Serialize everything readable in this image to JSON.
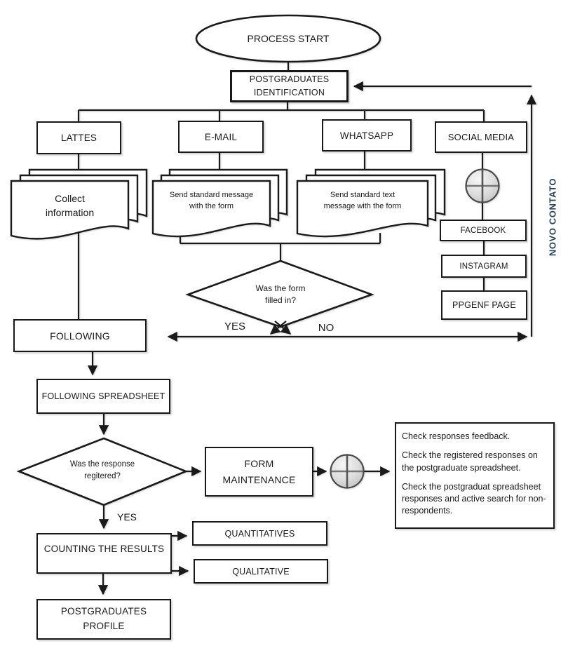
{
  "flowchart": {
    "start": {
      "label": "PROCESS START"
    },
    "identification": {
      "lines": [
        "POSTGRADUATES",
        "IDENTIFICATION"
      ]
    },
    "channels": [
      "LATTES",
      "E-MAIL",
      "WHATSAPP",
      "SOCIAL MEDIA"
    ],
    "docs": {
      "lattes": {
        "lines": [
          "Collect",
          "information"
        ]
      },
      "email": {
        "lines": [
          "Send standard message",
          "with the form"
        ]
      },
      "whatsapp": {
        "lines": [
          "Send standard text",
          "message with the form"
        ]
      }
    },
    "decision_form": {
      "lines": [
        "Was the form",
        "filled in?"
      ],
      "yes_label": "YES",
      "no_label": "NO"
    },
    "social_pages": [
      "FACEBOOK",
      "INSTAGRAM",
      "PPGENF PAGE"
    ],
    "feedback_label": "NOVO CONTATO",
    "following": {
      "label": "FOLLOWING"
    },
    "following_spreadsheet": {
      "label": "FOLLOWING SPREADSHEET"
    },
    "decision_response": {
      "lines": [
        "Was the response",
        "regitered?"
      ],
      "yes_label": "YES"
    },
    "form_maintenance": {
      "lines": [
        "FORM",
        "MAINTENANCE"
      ]
    },
    "checklist": {
      "paragraphs": [
        "Check responses feedback.",
        "Check the registered responses on the postgraduate spreadsheet.",
        "Check the postgraduat spreadsheet responses and active search for non-respondents."
      ]
    },
    "counting": {
      "label": "COUNTING THE RESULTS"
    },
    "quantitatives": {
      "label": "QUANTITATIVES"
    },
    "qualitative": {
      "label": "QUALITATIVE"
    },
    "profile": {
      "lines": [
        "POSTGRADUATES",
        "PROFILE"
      ]
    },
    "colors": {
      "line": "#1a1a1a",
      "novo_contato_text": "#26425a",
      "junction_fill": "#d9d9d9"
    }
  }
}
